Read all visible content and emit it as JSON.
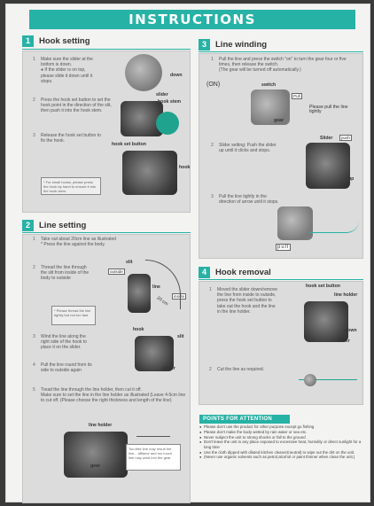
{
  "title": "INSTRUCTIONS",
  "sections": {
    "hook_setting": {
      "number": "1",
      "title": "Hook setting",
      "steps": [
        {
          "n": "1",
          "text": "Make sure the slider at the bottom is down.",
          "note": "● If the slider is on top, please slide it down until it stops."
        },
        {
          "n": "2",
          "text": "Press the hook set button to set the hook point in the direction of the slit, then push it into the hook stem."
        },
        {
          "n": "3",
          "text": "Release the hook set button to fix the hook."
        }
      ],
      "box_note": "* For small hooks, please press the hook by hand to ensure it into the hook stem.",
      "labels": {
        "down": "down",
        "slider": "slider",
        "hook_stem": "hook stem",
        "hook_set_button": "hook set button",
        "hook": "hook"
      }
    },
    "line_winding": {
      "number": "3",
      "title": "Line winding",
      "steps": [
        {
          "n": "1",
          "text": "Pull the line and press the switch \"on\" to turn the gear four or five times, then release the switch.",
          "note": "(The gear will be turned off automatically.)"
        },
        {
          "n": "2",
          "text": "Slider setting: Push the slider up until it clicks and stops."
        },
        {
          "n": "3",
          "text": "Pull the line tightly in the direction of arrow until it stops."
        }
      ],
      "labels": {
        "on": "(ON)",
        "switch": "switch",
        "pull_tag": "Pull",
        "gear": "gear",
        "pull_note": "Please pull the line tightly",
        "slider": "Slider",
        "push": "push",
        "up": "up",
        "pull": "pull"
      }
    },
    "line_setting": {
      "number": "2",
      "title": "Line setting",
      "steps": [
        {
          "n": "1",
          "text": "Take out about 20cm line as illustrated",
          "note": "* Press the line against the body."
        },
        {
          "n": "2",
          "text": "Thread the line through the slit from inside of the body to outside"
        },
        {
          "n": "3",
          "text": "Wind the line along the right side of the hook to place it on the slider."
        },
        {
          "n": "4",
          "text": "Pull the line round from its side to outside again"
        },
        {
          "n": "5",
          "text": "Tread the line through the line holder, then cut it off.",
          "note": "Make sure to set the line in the line holder as illustrated (Leave 4-5cm line to cut off. (Please choose the right thickness and length of the line)"
        }
      ],
      "box_note": "* Please thread the line tightly but not too fast.",
      "labels": {
        "slit": "slit",
        "outside": "outside",
        "line": "line",
        "inside": "inside",
        "cm": "20 cm",
        "hook": "hook",
        "slit2": "slit",
        "slider": "slider",
        "line_holder": "line holder",
        "gear": "gear"
      },
      "callout": "Too little line may result the line... afflame and too much line may wind into the gear"
    },
    "hook_removal": {
      "number": "4",
      "title": "Hook removal",
      "steps": [
        {
          "n": "1",
          "text": "Moved the slider down/remove the line from inside to outside, press the hook set button to take out the hook and the line in the line holder."
        },
        {
          "n": "2",
          "text": "Cut the line as required."
        }
      ],
      "labels": {
        "hook_set_button": "hook set button",
        "line_holder": "line holder",
        "down": "down",
        "slider": "slider"
      }
    }
  },
  "attention": {
    "title": "POINTS FOR ATTENTION",
    "items": [
      "Please don't use the product for other purpose except go fishing",
      "Please don't make the body wetted by rain water or sea etc.",
      "Never subject the unit to strong shocks or fall to the ground",
      "Don't leave the unit in any place exposed to excessive heat, humidity or direct sunlight for a long time",
      "Use the cloth dipped with diluted kitchen cleaner(neutral) to wipe out the dirt on the unit.",
      "(Never use organic solvents such as petrol,alcohol or paint thinner when clean the unit.)"
    ]
  },
  "colors": {
    "accent": "#27b2a6",
    "panel": "#dcdcdc",
    "paper": "#f3f3f1"
  }
}
